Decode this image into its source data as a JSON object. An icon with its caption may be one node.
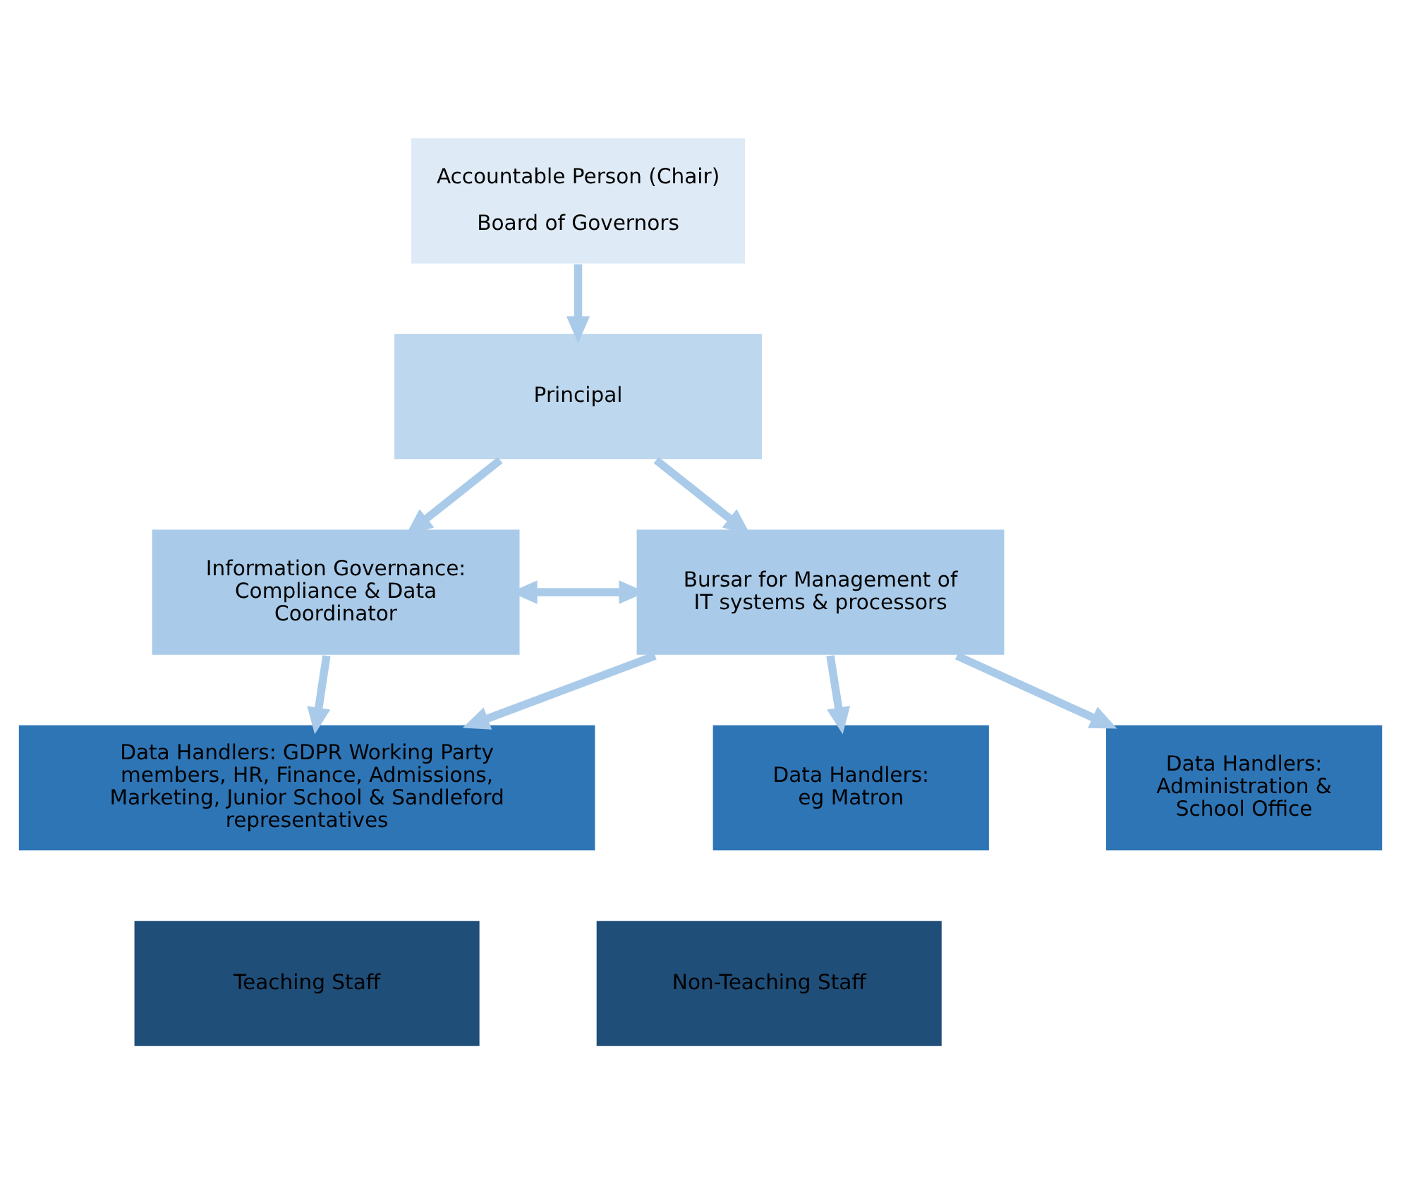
{
  "diagram": {
    "nodes": [
      {
        "text": [
          "Accountable Person (Chair)",
          "Board of Governors"
        ]
      },
      {
        "text": [
          "Principal"
        ]
      },
      {
        "text": [
          "Information Governance: Compliance & Data Coordinator"
        ]
      },
      {
        "text": [
          "Bursar for Management of IT systems & processors"
        ]
      },
      {
        "text": [
          "Data Handlers: GDPR Working Party members, HR, Finance, Admissions, Marketing, Junior School & Sandleford representatives"
        ]
      },
      {
        "text": [
          "Data Handlers: eg Matron"
        ]
      },
      {
        "text": [
          "Data Handlers: Administration & School Office"
        ]
      },
      {
        "text": [
          "Teaching Staff"
        ]
      },
      {
        "text": [
          "Non-Teaching Staff"
        ]
      }
    ],
    "edges": [
      {
        "from": 0,
        "to": 1,
        "arrow": "to"
      },
      {
        "from": 1,
        "to": 2,
        "arrow": "to"
      },
      {
        "from": 1,
        "to": 3,
        "arrow": "to"
      },
      {
        "from": 2,
        "to": 3,
        "arrow": "both"
      },
      {
        "from": 2,
        "to": 4,
        "arrow": "to"
      },
      {
        "from": 3,
        "to": 4,
        "arrow": "to"
      },
      {
        "from": 3,
        "to": 5,
        "arrow": "to"
      },
      {
        "from": 3,
        "to": 6,
        "arrow": "to"
      }
    ]
  }
}
